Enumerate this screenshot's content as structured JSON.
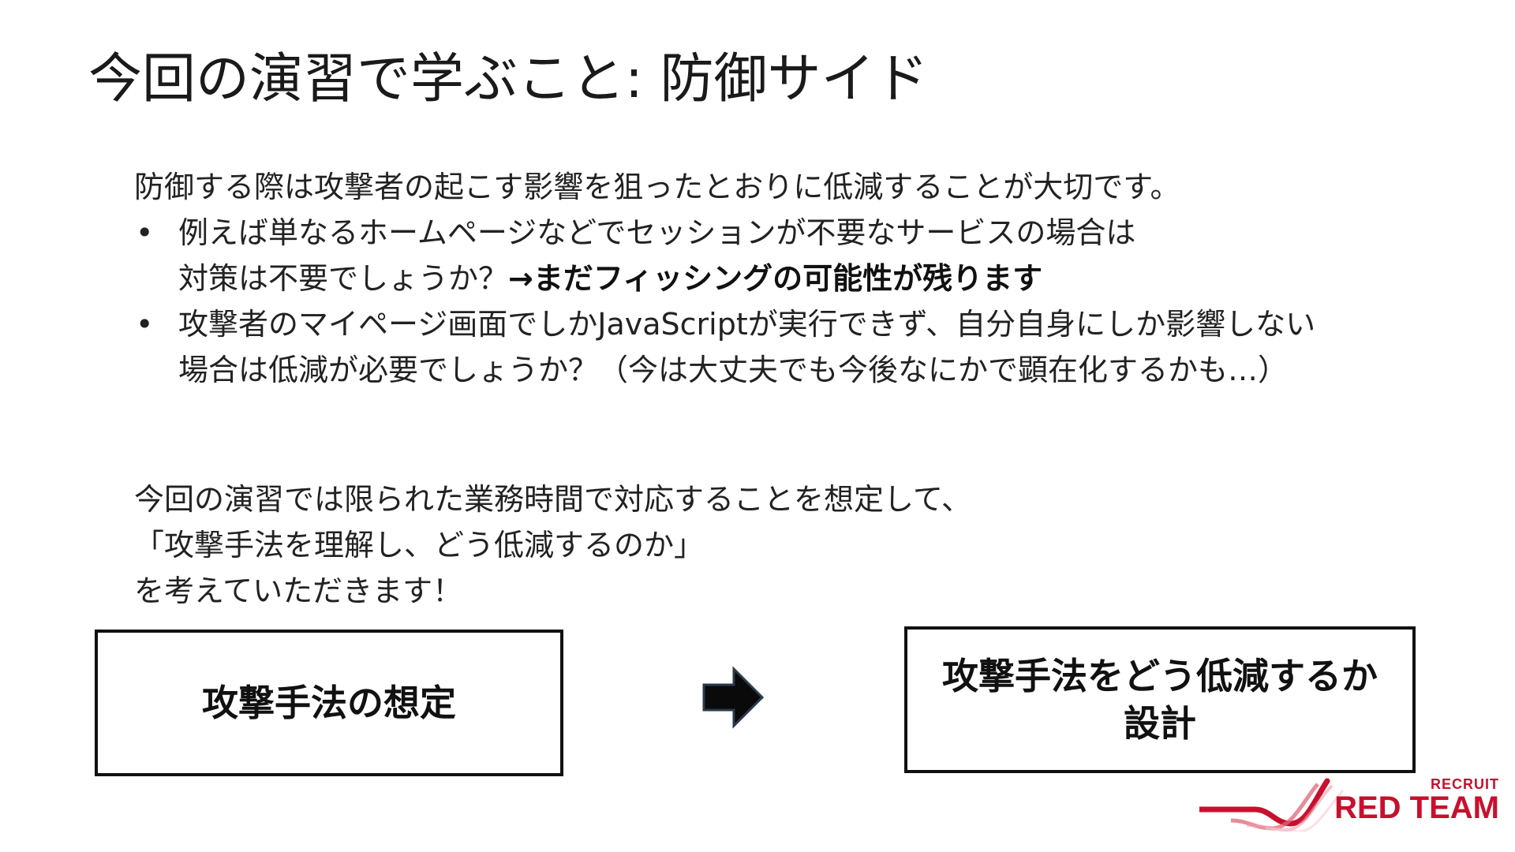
{
  "slide": {
    "title": "今回の演習で学ぶこと: 防御サイド",
    "intro": "防御する際は攻撃者の起こす影響を狙ったとおりに低減することが大切です。",
    "bullets": [
      {
        "marker": "•",
        "line1": "例えば単なるホームページなどでセッションが不要なサービスの場合は",
        "line2_plain": "対策は不要でしょうか？",
        "line2_bold": "→まだフィッシングの可能性が残ります"
      },
      {
        "marker": "•",
        "line1": "攻撃者のマイページ画面でしかJavaScriptが実行できず、自分自身にしか影響しない",
        "line2_plain": "場合は低減が必要でしょうか？（今は大丈夫でも今後なにかで顕在化するかも…）"
      }
    ],
    "paragraph": [
      "今回の演習では限られた業務時間で対応することを想定して、",
      "「攻撃手法を理解し、どう低減するのか」",
      "を考えていただきます！"
    ],
    "flow": {
      "left_box": "攻撃手法の想定",
      "right_box_line1": "攻撃手法をどう低減するか",
      "right_box_line2": "設計",
      "arrow_icon": "right-arrow-icon"
    },
    "logo": {
      "top_text": "RECRUIT",
      "main_text": "RED TEAM",
      "color": "#c8102e"
    }
  }
}
